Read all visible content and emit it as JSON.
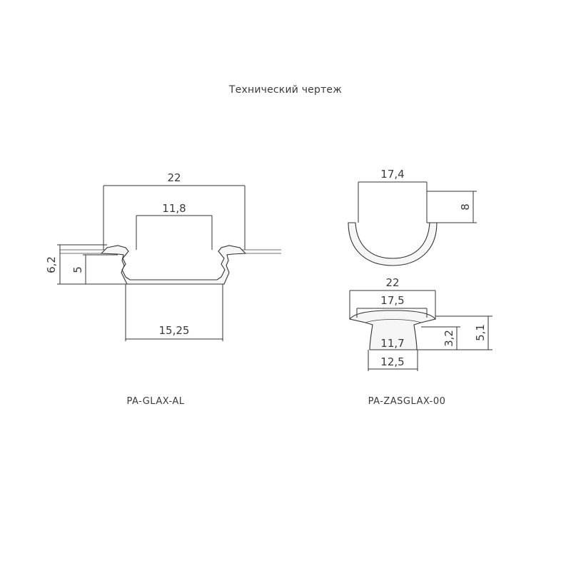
{
  "title": "Технический чертеж",
  "left": {
    "caption": "PA-GLAX-AL",
    "dims": {
      "top_width": "22",
      "inner_width": "11,8",
      "bottom_width": "15,25",
      "height_total": "6,2",
      "height_inner": "5"
    }
  },
  "right": {
    "caption": "PA-ZASGLAX-00",
    "diffuser": {
      "width": "17,4",
      "height": "8"
    },
    "end_cap": {
      "top_width": "22",
      "flange_width": "17,5",
      "plug_width_top": "11,7",
      "plug_width_bottom": "12,5",
      "height_total": "5,1",
      "height_plug": "3,2"
    }
  }
}
